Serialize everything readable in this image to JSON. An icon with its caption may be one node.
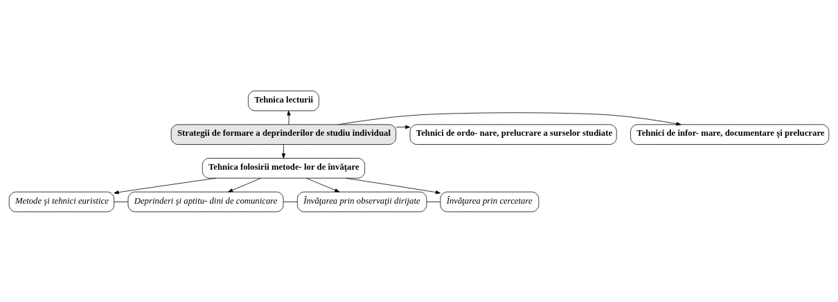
{
  "diagram": {
    "nodes": [
      {
        "text": [
          "Strategii de formare a deprinderilor de studiu individual"
        ]
      },
      {
        "text": [
          "Tehnica lecturii"
        ]
      },
      {
        "text": [
          "Tehnici de infor- mare, documentare şi prelucrare"
        ]
      },
      {
        "text": [
          "Tehnici de ordo- nare, prelucrare a surselor studiate"
        ]
      },
      {
        "text": [
          "Tehnica folosirii metode- lor de învăţare"
        ]
      },
      {
        "text": [
          "Metode şi tehnici euristice"
        ]
      },
      {
        "text": [
          "Deprinderi şi aptitu- dini de comunicare"
        ]
      },
      {
        "text": [
          "Învăţarea prin observaţii dirijate"
        ]
      },
      {
        "text": [
          "Învăţarea prin cercetare"
        ]
      }
    ],
    "edges": [
      {
        "from": 0,
        "to": 1,
        "arrow": "to"
      },
      {
        "from": 0,
        "to": 2,
        "arrow": "to"
      },
      {
        "from": 0,
        "to": 3,
        "arrow": "to"
      },
      {
        "from": 0,
        "to": 4,
        "arrow": "to"
      },
      {
        "from": 4,
        "to": 5,
        "arrow": "to"
      },
      {
        "from": 4,
        "to": 6,
        "arrow": "to"
      },
      {
        "from": 4,
        "to": 7,
        "arrow": "to"
      },
      {
        "from": 4,
        "to": 8,
        "arrow": "to"
      },
      {
        "from": 5,
        "to": 6,
        "arrow": "none"
      },
      {
        "from": 6,
        "to": 7,
        "arrow": "none"
      },
      {
        "from": 7,
        "to": 8,
        "arrow": "none"
      }
    ]
  }
}
